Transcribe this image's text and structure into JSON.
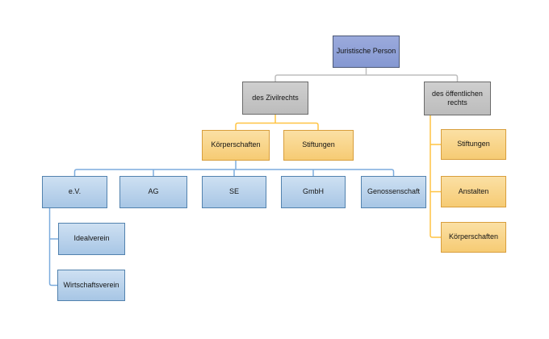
{
  "diagram": {
    "type": "hierarchy",
    "root_label": "Juristische Person",
    "nodes": [
      {
        "id": "juristische-person",
        "label": "Juristische Person",
        "style": "primary",
        "parent": null
      },
      {
        "id": "des-zivilrechts",
        "label": "des Zivilrechts",
        "style": "gray",
        "parent": "juristische-person"
      },
      {
        "id": "des-oeffentlichen-rechts",
        "label": "des öffentlichen rechts",
        "style": "gray",
        "parent": "juristische-person"
      },
      {
        "id": "koerperschaften-zivil",
        "label": "Körperschaften",
        "style": "gold",
        "parent": "des-zivilrechts"
      },
      {
        "id": "stiftungen-zivil",
        "label": "Stiftungen",
        "style": "gold",
        "parent": "des-zivilrechts"
      },
      {
        "id": "ev",
        "label": "e.V.",
        "style": "blue",
        "parent": "koerperschaften-zivil"
      },
      {
        "id": "ag",
        "label": "AG",
        "style": "blue",
        "parent": "koerperschaften-zivil"
      },
      {
        "id": "se",
        "label": "SE",
        "style": "blue",
        "parent": "koerperschaften-zivil"
      },
      {
        "id": "gmbh",
        "label": "GmbH",
        "style": "blue",
        "parent": "koerperschaften-zivil"
      },
      {
        "id": "genossenschaft",
        "label": "Genossenschaft",
        "style": "blue",
        "parent": "koerperschaften-zivil"
      },
      {
        "id": "idealverein",
        "label": "Idealverein",
        "style": "blue",
        "parent": "ev"
      },
      {
        "id": "wirtschaftsverein",
        "label": "Wirtschaftsverein",
        "style": "blue",
        "parent": "ev"
      },
      {
        "id": "stiftungen-oeffentlich",
        "label": "Stiftungen",
        "style": "gold",
        "parent": "des-oeffentlichen-rechts"
      },
      {
        "id": "anstalten",
        "label": "Anstalten",
        "style": "gold",
        "parent": "des-oeffentlichen-rechts"
      },
      {
        "id": "koerperschaften-oeffentlich",
        "label": "Körperschaften",
        "style": "gold",
        "parent": "des-oeffentlichen-rechts"
      }
    ],
    "colors": {
      "primary-fill-top": "#9BAADC",
      "primary-fill-bottom": "#8598D2",
      "primary-border": "#4C5876",
      "gray-fill-top": "#CFCFCF",
      "gray-fill-bottom": "#BCBCBC",
      "gray-border": "#6B6B6B",
      "gold-fill-top": "#FBE0A4",
      "gold-fill-bottom": "#F6CB74",
      "gold-border": "#D89E3C",
      "blue-fill-top": "#CEE0F2",
      "blue-fill-bottom": "#A7C6E5",
      "blue-border": "#5282AE",
      "connector-gray": "#BEBEBE",
      "connector-gold": "#FFC443",
      "connector-blue": "#7CACDE"
    }
  }
}
